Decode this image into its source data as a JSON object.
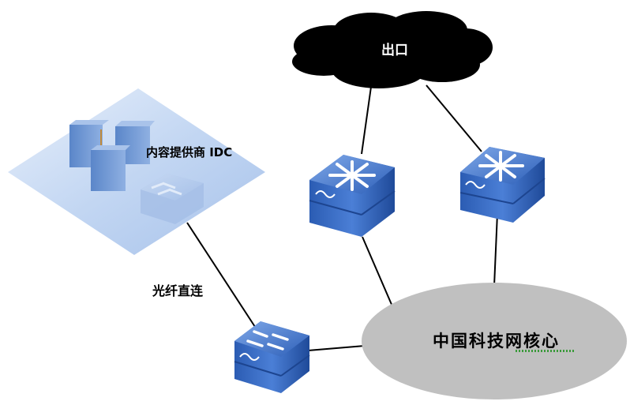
{
  "nodes": {
    "cloud": {
      "label": "出口",
      "type": "internet-exit-cloud"
    },
    "idc": {
      "label": "内容提供商 IDC",
      "type": "datacenter-zone"
    },
    "router_left": {
      "type": "core-router"
    },
    "router_right": {
      "type": "core-router"
    },
    "access_switch": {
      "type": "switch"
    },
    "core_network": {
      "label": "中国科技网核心",
      "type": "network-cloud-ellipse"
    }
  },
  "links": [
    {
      "from": "cloud",
      "to": "router_left"
    },
    {
      "from": "cloud",
      "to": "router_right"
    },
    {
      "from": "router_left",
      "to": "core_network"
    },
    {
      "from": "router_right",
      "to": "core_network"
    },
    {
      "from": "idc",
      "to": "access_switch",
      "label": "光纤直连"
    },
    {
      "from": "access_switch",
      "to": "core_network"
    }
  ],
  "link_labels": {
    "fiber": "光纤直连"
  },
  "colors": {
    "cloud_fill": "#000000",
    "core_fill": "#c0c0c0",
    "device_blue": "#3a6fc4",
    "idc_plane": "#b7cdee"
  }
}
